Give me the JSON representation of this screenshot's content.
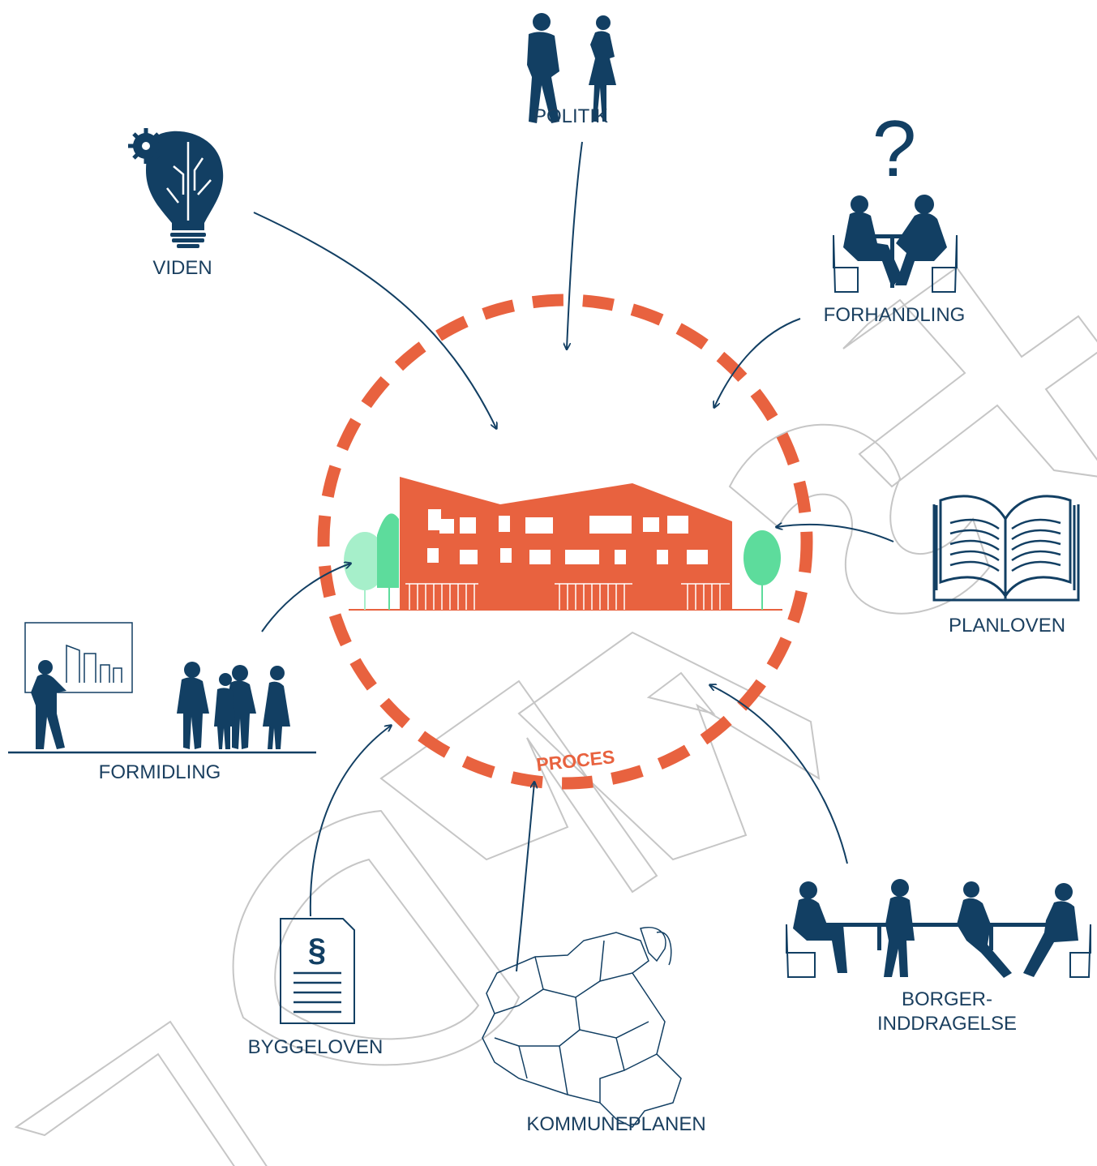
{
  "colors": {
    "navy": "#123f63",
    "orange": "#e8623f",
    "green": "#5ddc9c",
    "green_light": "#a6efca",
    "watermark": "#c8c8c8"
  },
  "center": {
    "label": "PROCES"
  },
  "nodes": {
    "politik": {
      "label": "POLITIK",
      "icon": "two-people-standing-icon"
    },
    "viden": {
      "label": "VIDEN",
      "icon": "brain-lightbulb-icon"
    },
    "forhandling": {
      "label": "FORHANDLING",
      "icon": "negotiation-table-icon"
    },
    "planloven": {
      "label": "PLANLOVEN",
      "icon": "open-book-icon"
    },
    "formidling": {
      "label": "FORMIDLING",
      "icon": "presentation-audience-icon"
    },
    "byggeloven": {
      "label": "BYGGELOVEN",
      "icon": "law-document-icon"
    },
    "kommuneplanen": {
      "label": "KOMMUNEPLANEN",
      "icon": "municipality-map-icon"
    },
    "borgerinddragelse": {
      "line1": "BORGER-",
      "line2": "INDDRAGELSE",
      "icon": "citizen-meeting-icon"
    }
  },
  "watermark": {
    "text": "UDKAST"
  }
}
